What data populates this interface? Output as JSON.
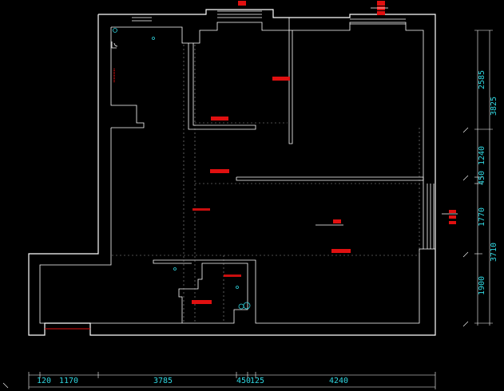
{
  "colors": {
    "background": "#000000",
    "walls": "#ffffff",
    "dimension_text": "#2fd6e0",
    "room_tags": "#e01010",
    "entrance_line": "#e01010"
  },
  "dimensions": {
    "bottom_segments": [
      "120",
      "1170",
      "3785",
      "450",
      "125",
      "4240"
    ],
    "right_segments": [
      "2585",
      "3825",
      "1240",
      "450",
      "1770",
      "3710",
      "1900"
    ]
  }
}
